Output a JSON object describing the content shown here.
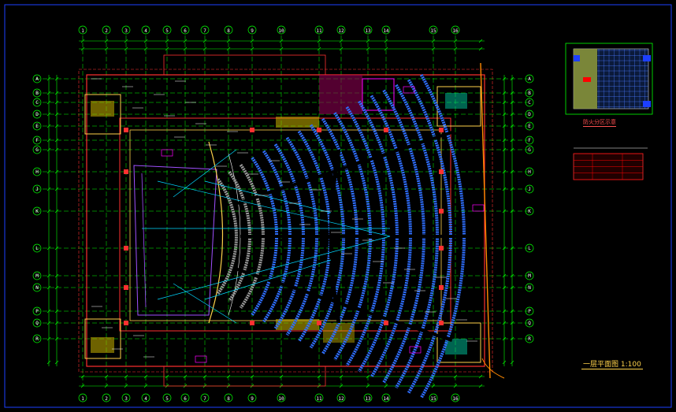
{
  "drawing": {
    "title": "一层平面图 1:100",
    "key_plan_caption": "防火分区示意",
    "background_color": "#000000",
    "colors": {
      "grid": "#00ff00",
      "walls": "#ff3030",
      "seating": "#2f6fff",
      "structure": "#ffd24a",
      "annotation": "#ffffff",
      "accent": "#ff00ff",
      "sightlines": "#00d8ff",
      "partition": "#ff8a00"
    }
  },
  "grid_axes": {
    "top_numbers": [
      "1",
      "2",
      "3",
      "4",
      "5",
      "6",
      "7",
      "8",
      "9",
      "10",
      "11",
      "12",
      "13",
      "14",
      "15",
      "16"
    ],
    "left_letters": [
      "A",
      "B",
      "C",
      "D",
      "E",
      "F",
      "G",
      "H",
      "J",
      "K",
      "L",
      "M",
      "N",
      "P",
      "Q",
      "R"
    ]
  },
  "legend_table": {
    "rows": 4,
    "header_color": "#ff0000"
  }
}
